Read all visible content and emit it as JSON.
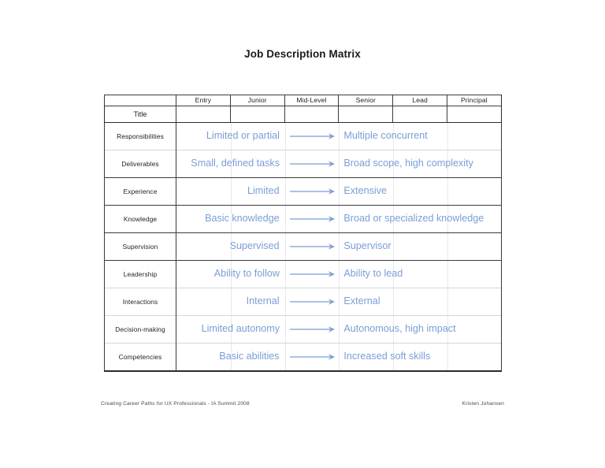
{
  "document": {
    "title": "Job Description Matrix"
  },
  "matrix": {
    "levels": [
      "Entry",
      "Junior",
      "Mid-Level",
      "Senior",
      "Lead",
      "Principal"
    ],
    "title_row_label": "Title",
    "arrow_icon": "right-arrow-icon",
    "accent_color": "#7a9ed6",
    "rows": [
      {
        "label": "Responsibilities",
        "left": "Limited or partial",
        "right": "Multiple concurrent",
        "separator": "light"
      },
      {
        "label": "Deliverables",
        "left": "Small, defined tasks",
        "right": "Broad scope, high complexity",
        "separator": "light"
      },
      {
        "label": "Experience",
        "left": "Limited",
        "right": "Extensive",
        "separator": "strong"
      },
      {
        "label": "Knowledge",
        "left": "Basic knowledge",
        "right": "Broad or specialized knowledge",
        "separator": "strong"
      },
      {
        "label": "Supervision",
        "left": "Supervised",
        "right": "Supervisor",
        "separator": "strong"
      },
      {
        "label": "Leadership",
        "left": "Ability to follow",
        "right": "Ability to lead",
        "separator": "strong"
      },
      {
        "label": "Interactions",
        "left": "Internal",
        "right": "External",
        "separator": "light"
      },
      {
        "label": "Decision-making",
        "left": "Limited autonomy",
        "right": "Autonomous, high impact",
        "separator": "light"
      },
      {
        "label": "Competencies",
        "left": "Basic abilities",
        "right": "Increased soft skills",
        "separator": "light"
      }
    ]
  },
  "footer": {
    "left": "Creating Career Paths for UX Professionals - IA Summit 2008",
    "right": "Kristen Johansen"
  }
}
